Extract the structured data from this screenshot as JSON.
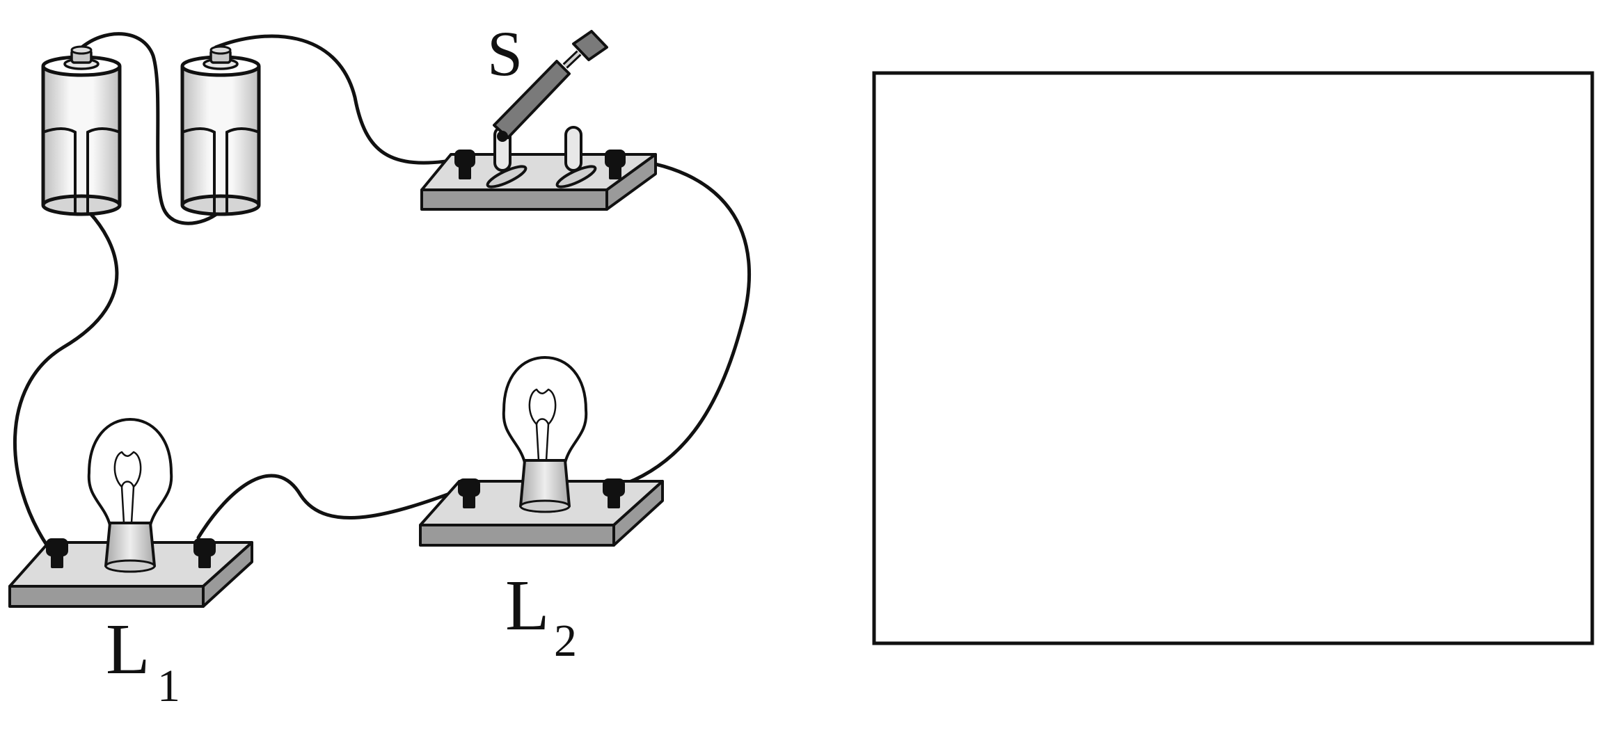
{
  "labels": {
    "switch": "S",
    "lamp1_main": "L",
    "lamp1_sub": "1",
    "lamp2_main": "L",
    "lamp2_sub": "2"
  },
  "colors": {
    "outline": "#111111",
    "base_top": "#dcdcdc",
    "base_side": "#9a9a9a",
    "battery_body": "#eeeeee",
    "switch_lever": "#7a7a7a",
    "terminal": "#111111",
    "bulb_glass": "#ffffff"
  }
}
